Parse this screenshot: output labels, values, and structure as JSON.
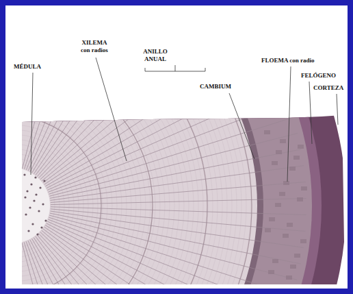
{
  "diagram": {
    "labels": [
      "MÉDULA",
      "XILEMA con radios",
      "ANILLO ANUAL",
      "CAMBIUM",
      "FLOEMA con radio",
      "FELÓGENO",
      "CORTEZA"
    ]
  }
}
